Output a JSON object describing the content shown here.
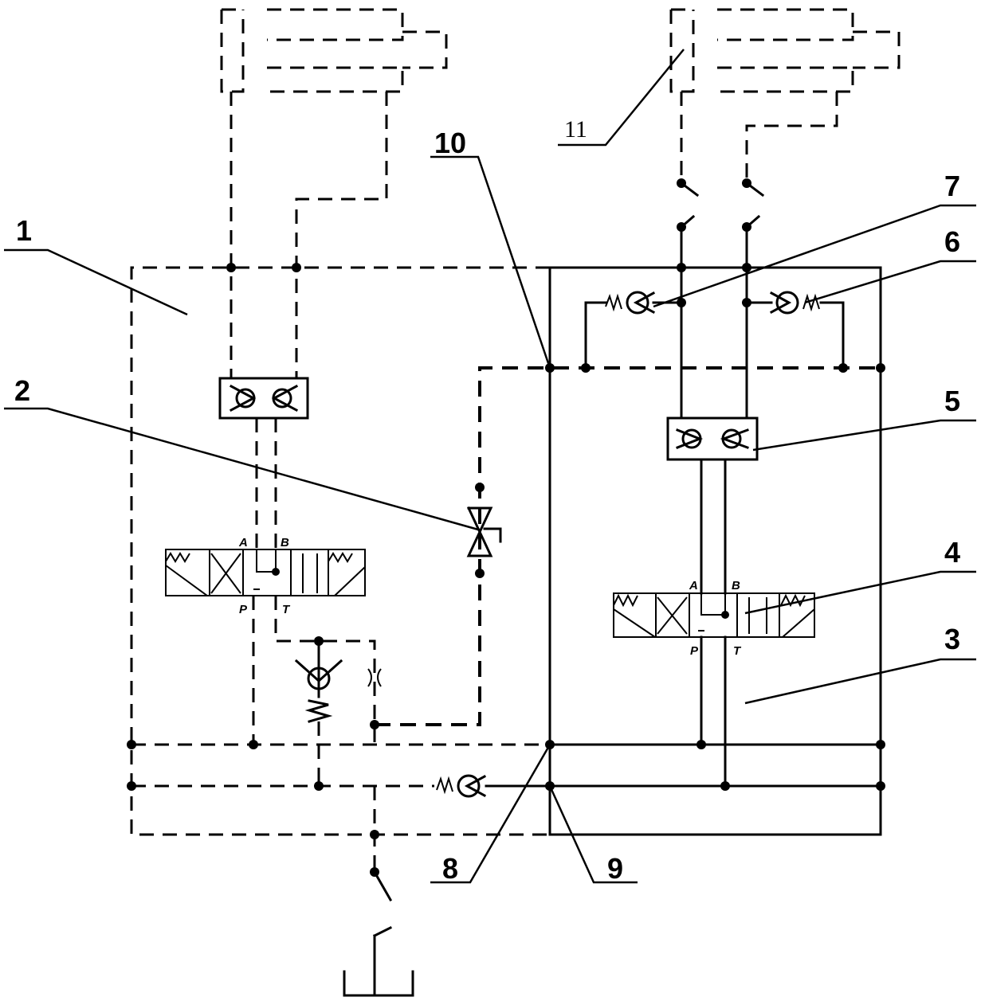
{
  "labels": [
    "1",
    "2",
    "3",
    "4",
    "5",
    "6",
    "7",
    "8",
    "9",
    "10",
    "11"
  ],
  "ports_left_valve": {
    "a": "A",
    "b": "B",
    "p": "P",
    "t": "T"
  },
  "ports_right_valve": {
    "a": "A",
    "b": "B",
    "p": "P",
    "t": "T"
  },
  "colors": {
    "ink": "#000000",
    "background": "#ffffff"
  }
}
